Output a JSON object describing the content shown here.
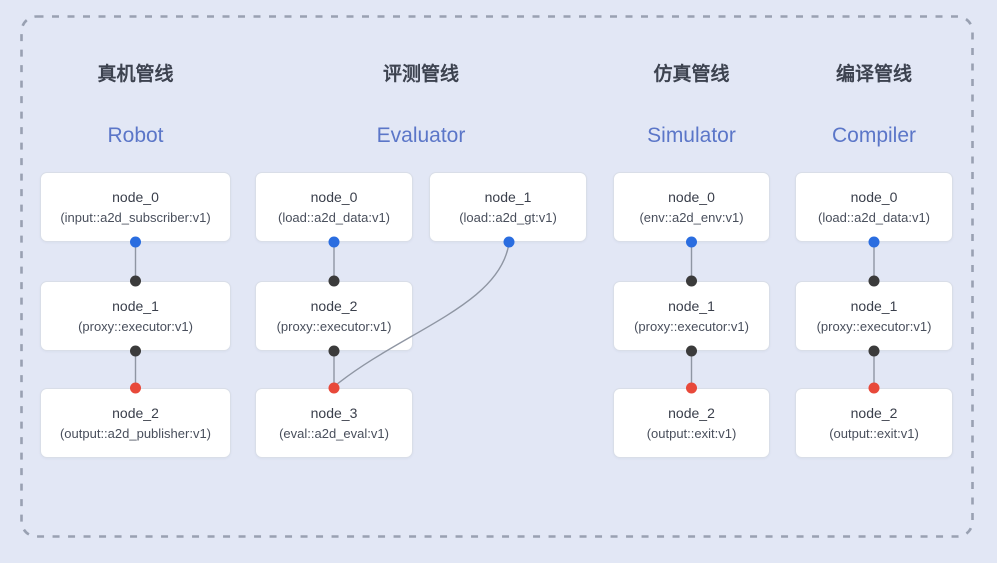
{
  "colors": {
    "background": "#e2e7f5",
    "dashed_border": "#99a1b2",
    "node_background": "#ffffff",
    "node_border": "#d9dee8",
    "title_cn_color": "#3d4350",
    "title_en_color": "#5b76c8",
    "edge": "#8f96a3",
    "port_blue": "#2a6de0",
    "port_black": "#3b3b3b",
    "port_red": "#e8493a"
  },
  "pipelines": [
    {
      "title_cn": "真机管线",
      "title_en": "Robot",
      "nodes": [
        {
          "name": "node_0",
          "type": "(input::a2d_subscriber:v1)"
        },
        {
          "name": "node_1",
          "type": "(proxy::executor:v1)"
        },
        {
          "name": "node_2",
          "type": "(output::a2d_publisher:v1)"
        }
      ]
    },
    {
      "title_cn": "评测管线",
      "title_en": "Evaluator",
      "nodes": [
        {
          "name": "node_0",
          "type": "(load::a2d_data:v1)"
        },
        {
          "name": "node_1",
          "type": "(load::a2d_gt:v1)"
        },
        {
          "name": "node_2",
          "type": "(proxy::executor:v1)"
        },
        {
          "name": "node_3",
          "type": "(eval::a2d_eval:v1)"
        }
      ]
    },
    {
      "title_cn": "仿真管线",
      "title_en": "Simulator",
      "nodes": [
        {
          "name": "node_0",
          "type": "(env::a2d_env:v1)"
        },
        {
          "name": "node_1",
          "type": "(proxy::executor:v1)"
        },
        {
          "name": "node_2",
          "type": "(output::exit:v1)"
        }
      ]
    },
    {
      "title_cn": "编译管线",
      "title_en": "Compiler",
      "nodes": [
        {
          "name": "node_0",
          "type": "(load::a2d_data:v1)"
        },
        {
          "name": "node_1",
          "type": "(proxy::executor:v1)"
        },
        {
          "name": "node_2",
          "type": "(output::exit:v1)"
        }
      ]
    }
  ]
}
